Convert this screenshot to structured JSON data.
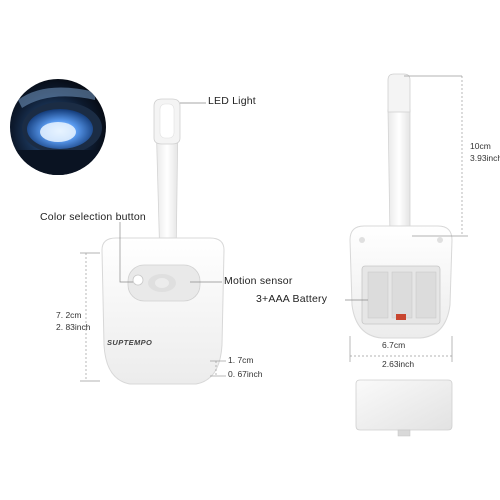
{
  "labels": {
    "led_light": "LED Light",
    "color_selection_button": "Color selection button",
    "motion_sensor": "Motion sensor",
    "battery": "3+AAA Battery",
    "brand": "SUPTEMPO"
  },
  "dimensions": {
    "height_cm": "7. 2cm",
    "height_inch": "2. 83inch",
    "sensor_cm": "1. 7cm",
    "sensor_inch": "0. 67inch",
    "arm_cm": "10cm",
    "arm_inch": "3.93inch",
    "width_cm": "6.7cm",
    "width_inch": "2.63inch"
  },
  "colors": {
    "glow": "#5a9bf0",
    "device_body": "#f6f6f6",
    "device_edge": "#d8d8d8",
    "dimension_line": "#9a9a9a",
    "battery_compartment": "#e6e6e6",
    "battery_contact": "#c8452f"
  }
}
